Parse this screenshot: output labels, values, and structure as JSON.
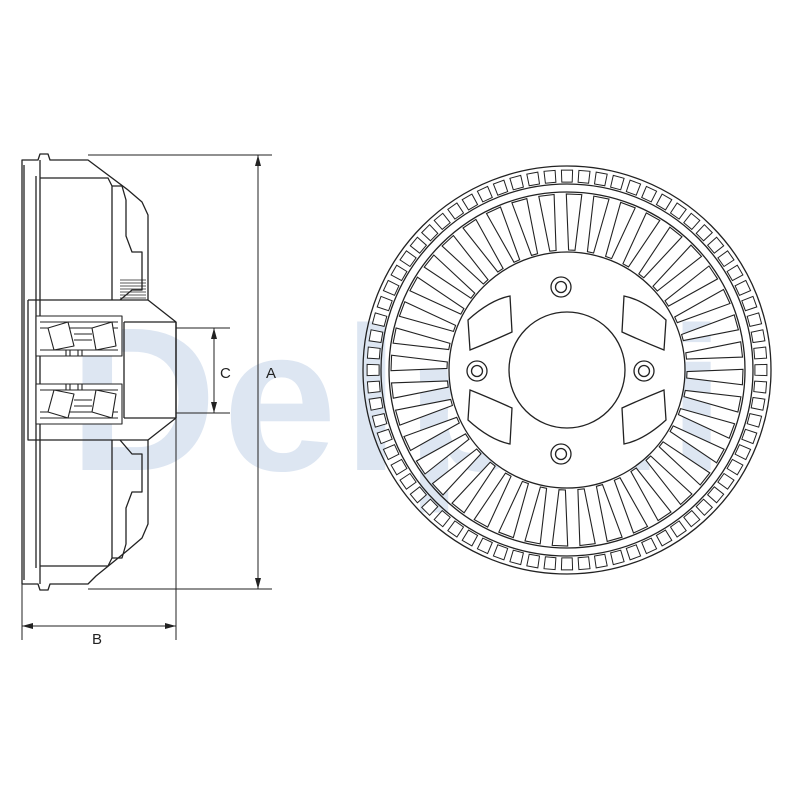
{
  "watermark": {
    "text": "Delphi",
    "color": "#dde6f2"
  },
  "dimensions": {
    "a": "A",
    "b": "B",
    "c": "C"
  },
  "colors": {
    "stroke": "#222222",
    "fill": "#ffffff",
    "section_fill": "#ffffff"
  },
  "drum_front": {
    "outer_teeth": 72,
    "rib_count": 40,
    "stud_holes": 4
  }
}
